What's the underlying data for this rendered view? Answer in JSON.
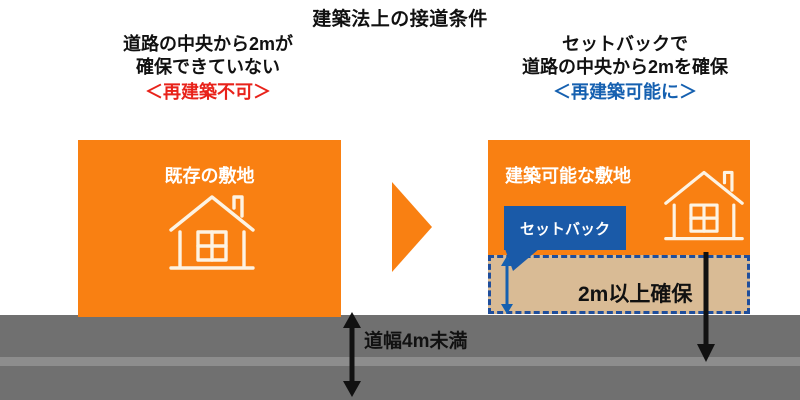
{
  "title": "建築法上の接道条件",
  "left_panel": {
    "caption_line1": "道路の中央から2mが",
    "caption_line2": "確保できていない",
    "caption_tag": "＜再建築不可＞",
    "caption_tag_color": "#e8221a",
    "site_label": "既存の敷地",
    "site_color": "#f98012",
    "house_icon": "house-outline-icon"
  },
  "right_panel": {
    "caption_line1": "セットバックで",
    "caption_line2": "道路の中央から2mを確保",
    "caption_tag": "＜再建築可能に＞",
    "caption_tag_color": "#1560b0",
    "site_label": "建築可能な敷地",
    "site_color": "#f98012",
    "house_icon": "house-outline-icon",
    "callout_label": "セットバック",
    "callout_color": "#1a5aa8",
    "setback_dim_label": "2m以上確保",
    "setback_band_color": "#d9bb95",
    "setback_border_color": "#1f4e9c"
  },
  "transition": {
    "icon": "right-triangle-arrow-icon",
    "color": "#f98012"
  },
  "road": {
    "width_label": "道幅4m未満",
    "surface_color": "#707070",
    "centerline_color": "#8d8d8d",
    "dimension_arrow_icon": "vertical-double-arrow-icon",
    "setback_arrow_icon": "down-arrow-icon"
  }
}
